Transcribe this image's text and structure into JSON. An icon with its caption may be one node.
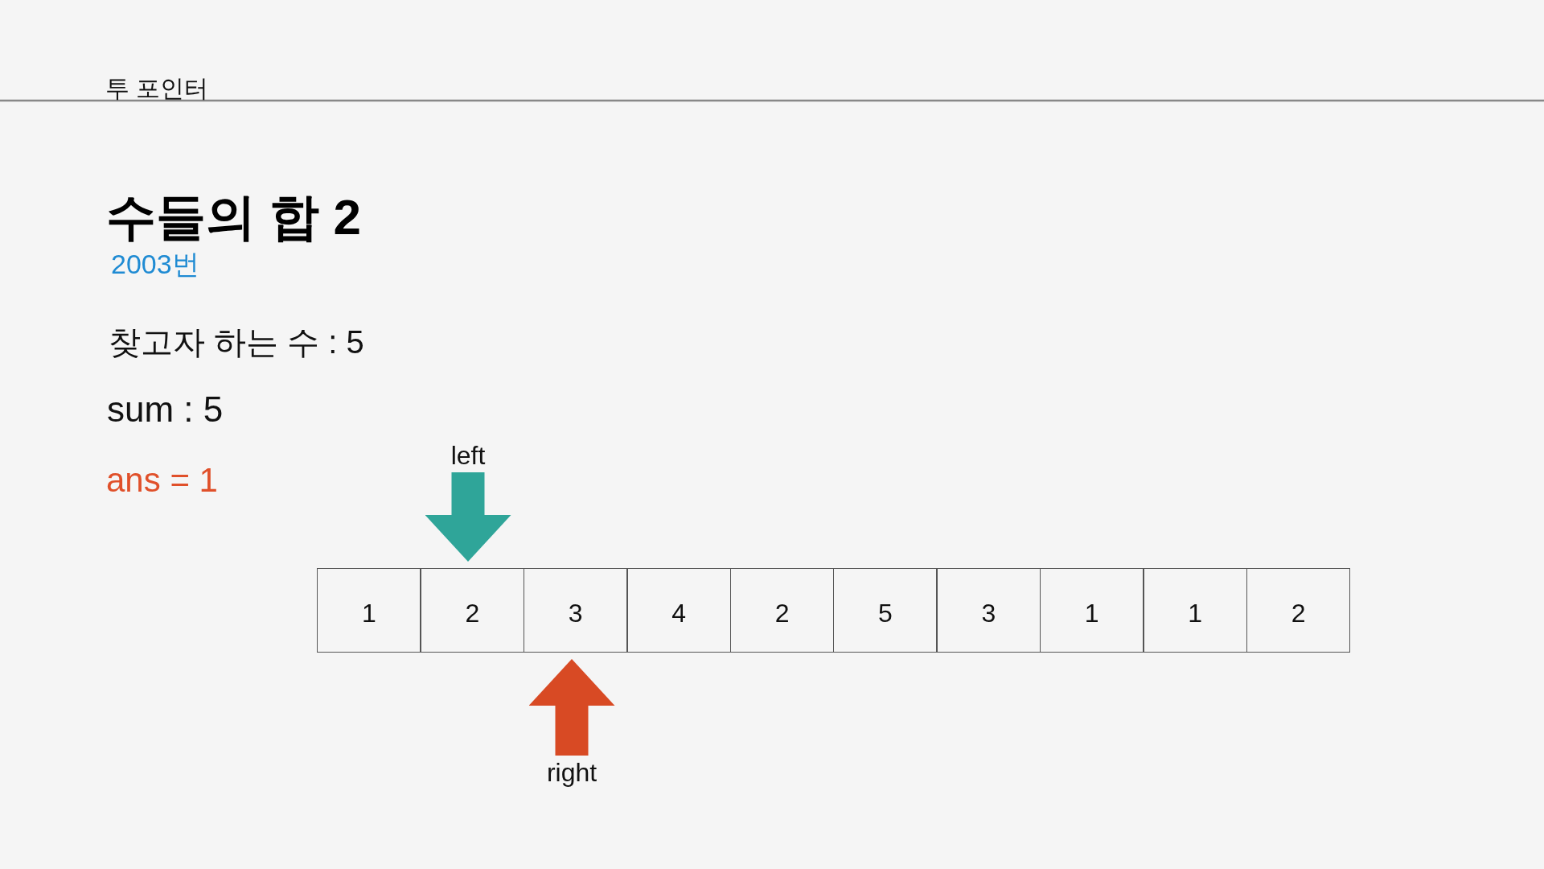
{
  "diagram": {
    "title": "수들의 합 2",
    "nodes": [
      {
        "text": [
          "left"
        ]
      },
      {
        "text": [
          "1"
        ]
      },
      {
        "text": [
          "2"
        ]
      },
      {
        "text": [
          "3"
        ]
      },
      {
        "text": [
          "4"
        ]
      },
      {
        "text": [
          "2"
        ]
      },
      {
        "text": [
          "5"
        ]
      },
      {
        "text": [
          "3"
        ]
      },
      {
        "text": [
          "1"
        ]
      },
      {
        "text": [
          "1"
        ]
      },
      {
        "text": [
          "2"
        ]
      },
      {
        "text": [
          "right"
        ]
      }
    ],
    "edges": [
      {
        "from": 0,
        "to": 2,
        "arrow": "to",
        "color": "#2fa599"
      },
      {
        "from": 11,
        "to": 3,
        "arrow": "to",
        "color": "#d84a24"
      }
    ],
    "labels": [
      "투 포인터",
      "2003번",
      "찾고자 하는 수 : 5",
      "sum : 5",
      "ans = 1"
    ]
  }
}
